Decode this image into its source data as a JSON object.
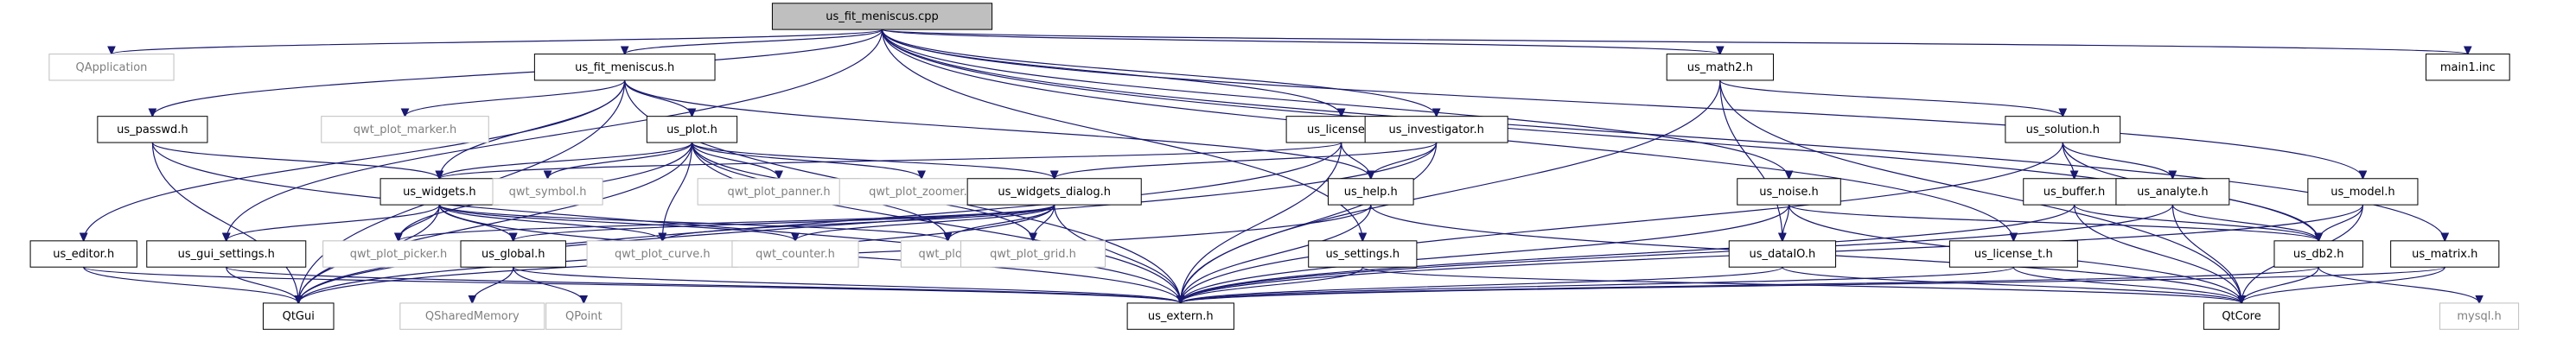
{
  "colors": {
    "node_border": "#000000",
    "root_fill": "#bfbfbf",
    "external_border": "#bfbfbf",
    "external_text": "#7f7f7f",
    "text": "#000000",
    "edge": "#191970"
  },
  "nodes": {
    "us_fit_meniscus_cpp": "us_fit_meniscus.cpp",
    "QApplication": "QApplication",
    "us_fit_meniscus_h": "us_fit_meniscus.h",
    "us_passwd_h": "us_passwd.h",
    "qwt_plot_marker_h": "qwt_plot_marker.h",
    "us_plot_h": "us_plot.h",
    "us_widgets_h": "us_widgets.h",
    "qwt_symbol_h": "qwt_symbol.h",
    "qwt_plot_panner_h": "qwt_plot_panner.h",
    "qwt_plot_zoomer_h": "qwt_plot_zoomer.h",
    "us_license_h": "us_license.h",
    "us_investigator_h": "us_investigator.h",
    "us_widgets_dialog_h": "us_widgets_dialog.h",
    "us_help_h": "us_help.h",
    "us_math2_h": "us_math2.h",
    "us_solution_h": "us_solution.h",
    "us_buffer_h": "us_buffer.h",
    "us_analyte_h": "us_analyte.h",
    "us_noise_h": "us_noise.h",
    "us_editor_h": "us_editor.h",
    "us_gui_settings_h": "us_gui_settings.h",
    "qwt_plot_picker_h": "qwt_plot_picker.h",
    "us_global_h": "us_global.h",
    "qwt_plot_curve_h": "qwt_plot_curve.h",
    "qwt_counter_h": "qwt_counter.h",
    "qwt_plot_h": "qwt_plot.h",
    "qwt_plot_grid_h": "qwt_plot_grid.h",
    "us_settings_h": "us_settings.h",
    "us_dataIO_h": "us_dataIO.h",
    "us_license_t_h": "us_license_t.h",
    "us_db2_h": "us_db2.h",
    "us_model_h": "us_model.h",
    "us_matrix_h": "us_matrix.h",
    "main1_inc": "main1.inc",
    "QtGui": "QtGui",
    "us_extern_h": "us_extern.h",
    "QSharedMemory": "QSharedMemory",
    "QPoint": "QPoint",
    "QtCore": "QtCore",
    "mysql_h": "mysql.h"
  }
}
